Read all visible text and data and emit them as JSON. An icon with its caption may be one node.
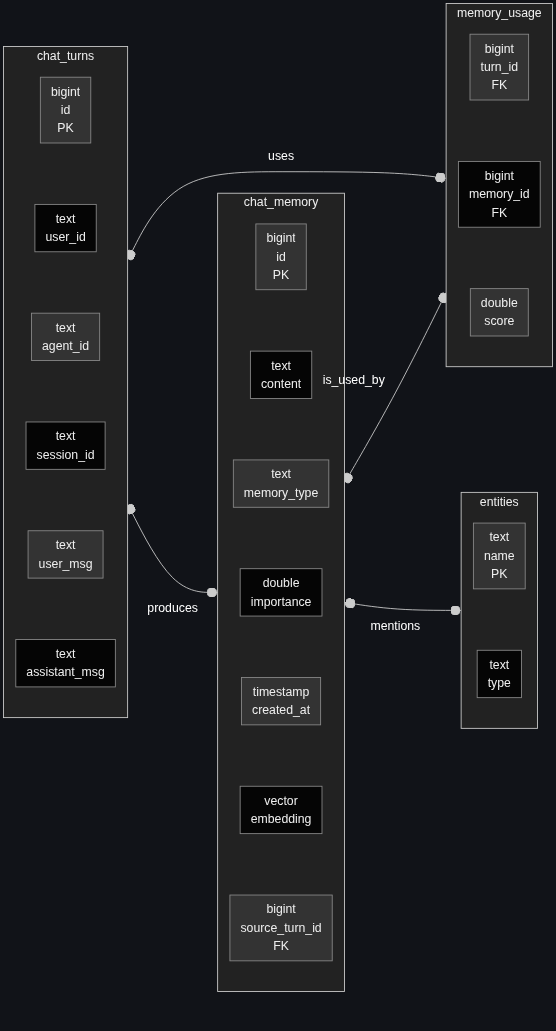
{
  "diagram": {
    "nodes": [
      {
        "text": [
          "chat_turns"
        ]
      },
      {
        "text": [
          "bigint",
          "id",
          "PK"
        ],
        "in": 0
      },
      {
        "text": [
          "text",
          "user_id"
        ],
        "in": 0
      },
      {
        "text": [
          "text",
          "agent_id"
        ],
        "in": 0
      },
      {
        "text": [
          "text",
          "session_id"
        ],
        "in": 0
      },
      {
        "text": [
          "text",
          "user_msg"
        ],
        "in": 0
      },
      {
        "text": [
          "text",
          "assistant_msg"
        ],
        "in": 0
      },
      {
        "text": [
          "chat_memory"
        ]
      },
      {
        "text": [
          "bigint",
          "id",
          "PK"
        ],
        "in": 7
      },
      {
        "text": [
          "text",
          "content"
        ],
        "in": 7
      },
      {
        "text": [
          "text",
          "memory_type"
        ],
        "in": 7
      },
      {
        "text": [
          "double",
          "importance"
        ],
        "in": 7
      },
      {
        "text": [
          "timestamp",
          "created_at"
        ],
        "in": 7
      },
      {
        "text": [
          "vector",
          "embedding"
        ],
        "in": 7
      },
      {
        "text": [
          "bigint",
          "source_turn_id",
          "FK"
        ],
        "in": 7
      },
      {
        "text": [
          "memory_usage"
        ]
      },
      {
        "text": [
          "bigint",
          "turn_id",
          "FK"
        ],
        "in": 15
      },
      {
        "text": [
          "bigint",
          "memory_id",
          "FK"
        ],
        "in": 15
      },
      {
        "text": [
          "double",
          "score"
        ],
        "in": 15
      },
      {
        "text": [
          "entities"
        ]
      },
      {
        "text": [
          "text",
          "name",
          "PK"
        ],
        "in": 19
      },
      {
        "text": [
          "text",
          "type"
        ],
        "in": 19
      }
    ],
    "edges": [
      {
        "from": 0,
        "to": 15,
        "arrow": "other",
        "label": "uses"
      },
      {
        "from": 0,
        "to": 7,
        "arrow": "other",
        "label": "produces"
      },
      {
        "from": 7,
        "to": 15,
        "arrow": "other",
        "label": "is_used_by"
      },
      {
        "from": 7,
        "to": 19,
        "arrow": "other",
        "label": "mentions"
      }
    ]
  }
}
